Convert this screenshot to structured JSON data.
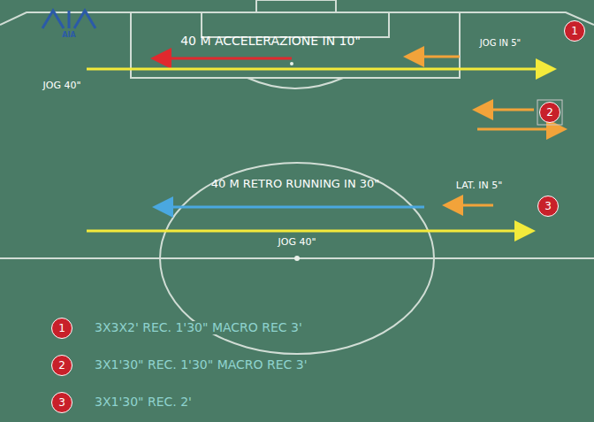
{
  "diagram": {
    "nodes": [
      {
        "text": [
          "1"
        ]
      },
      {
        "text": [
          "2"
        ]
      },
      {
        "text": [
          "3"
        ]
      },
      {
        "text": [
          "1"
        ]
      },
      {
        "text": [
          "2"
        ]
      },
      {
        "text": [
          "3"
        ]
      }
    ],
    "labels": [
      "AIA",
      "40 M ACCELERAZIONE IN 10\"",
      "JOG IN 5\"",
      "JOG 40\"",
      "40 M RETRO RUNNING IN 30\"",
      "LAT. IN 5\"",
      "JOG 40\"",
      "3X3X2' REC. 1'30\" MACRO REC 3'",
      "3X1'30\" REC. 1'30\" MACRO REC 3'",
      "3X1'30\" REC. 2'"
    ]
  }
}
